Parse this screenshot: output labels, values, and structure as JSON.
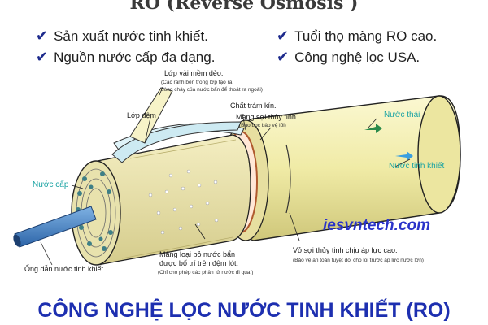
{
  "header": {
    "title": "RO (Reverse Osmosis )"
  },
  "features": [
    {
      "text": "Sản xuất nước tinh khiết."
    },
    {
      "text": "Nguồn nước cấp đa dạng."
    },
    {
      "text": "Tuổi thọ màng RO cao."
    },
    {
      "text": "Công nghệ lọc USA."
    }
  ],
  "labels": {
    "lop_vai": "Lớp vải mềm dẻo.",
    "lop_vai_sub1": "(Các rãnh bên trong lớp tạo ra",
    "lop_vai_sub2": "dòng chảy của nước bẩn để thoát ra ngoài)",
    "lop_dem": "Lớp đệm",
    "chat_tram": "Chất trám kín.",
    "mang_soi": "Màng sợi thủy tinh",
    "mang_soi_sub": "(Bao bọc bảo vệ lõi)",
    "nuoc_thai": "Nước thải",
    "nuoc_tinh_khiet": "Nước tinh khiết",
    "nuoc_cap": "Nước cấp",
    "ong_dan": "Ống dẫn nước tinh khiết",
    "mang_loai_bo1": "Màng loại bỏ nước bẩn",
    "mang_loai_bo2": "được bố trí trên đệm lót.",
    "mang_loai_bo_sub": "(Chỉ cho phép các phân tử nước đi qua.)",
    "vo_soi": "Vỏ sợi thủy tinh chịu áp lực cao.",
    "vo_soi_sub": "(Bảo vệ an toàn tuyệt đối cho lõi trước áp lực nước lớn)"
  },
  "brand": "iesvntech.com",
  "footer": {
    "title": "CÔNG NGHỆ LỌC NƯỚC TINH KHIẾT (RO)"
  },
  "colors": {
    "check": "#1d2a8c",
    "teal_label": "#1aa3a3",
    "brand": "#2a33c9",
    "footer": "#1d2fb0",
    "shell": "#f3efb0",
    "pipe": "#3f7fc4"
  }
}
